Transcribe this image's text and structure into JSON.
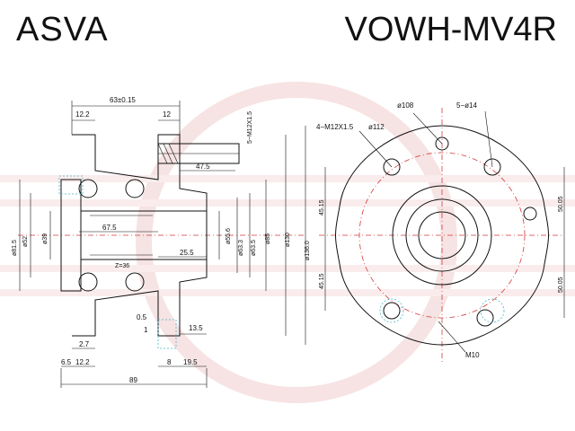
{
  "header": {
    "brand": "ASVA",
    "part_number": "VOWH-MV4R"
  },
  "colors": {
    "line": "#111111",
    "centerline": "#d43a3a",
    "accent": "#49b6c9",
    "watermark": "#e8b0b0"
  },
  "side_view": {
    "top_dims": {
      "overall": "63±0.15",
      "left": "12.2",
      "right": "12"
    },
    "stud_thread": "5−M12X1.5",
    "stud_length": "47.5",
    "bore_len": "67.5",
    "hub_len": "25.5",
    "gear_note": "Z=36",
    "diam_left": [
      "ø81.5",
      "ø52",
      "ø39"
    ],
    "diam_right": [
      "ø55.6",
      "ø63.3",
      "ø63.5",
      "ø85",
      "ø130",
      "ø136.0"
    ],
    "small_dims": {
      "d05": "0.5",
      "d1": "1",
      "d135": "13.5",
      "d27": "2.7"
    },
    "bottom_dims": {
      "b65": "6.5",
      "b122": "12.2",
      "b8": "8",
      "b195": "19.5",
      "overall": "89"
    }
  },
  "front_view": {
    "bolt_thread": "4−M12X1.5",
    "pcd_small": "ø112",
    "pcd_large": "ø108",
    "stud_holes": "5−ø14",
    "v_top": "45.15",
    "v_bottom": "45.15",
    "r_top": "50.05",
    "r_bottom": "50.05",
    "m10": "M10"
  }
}
